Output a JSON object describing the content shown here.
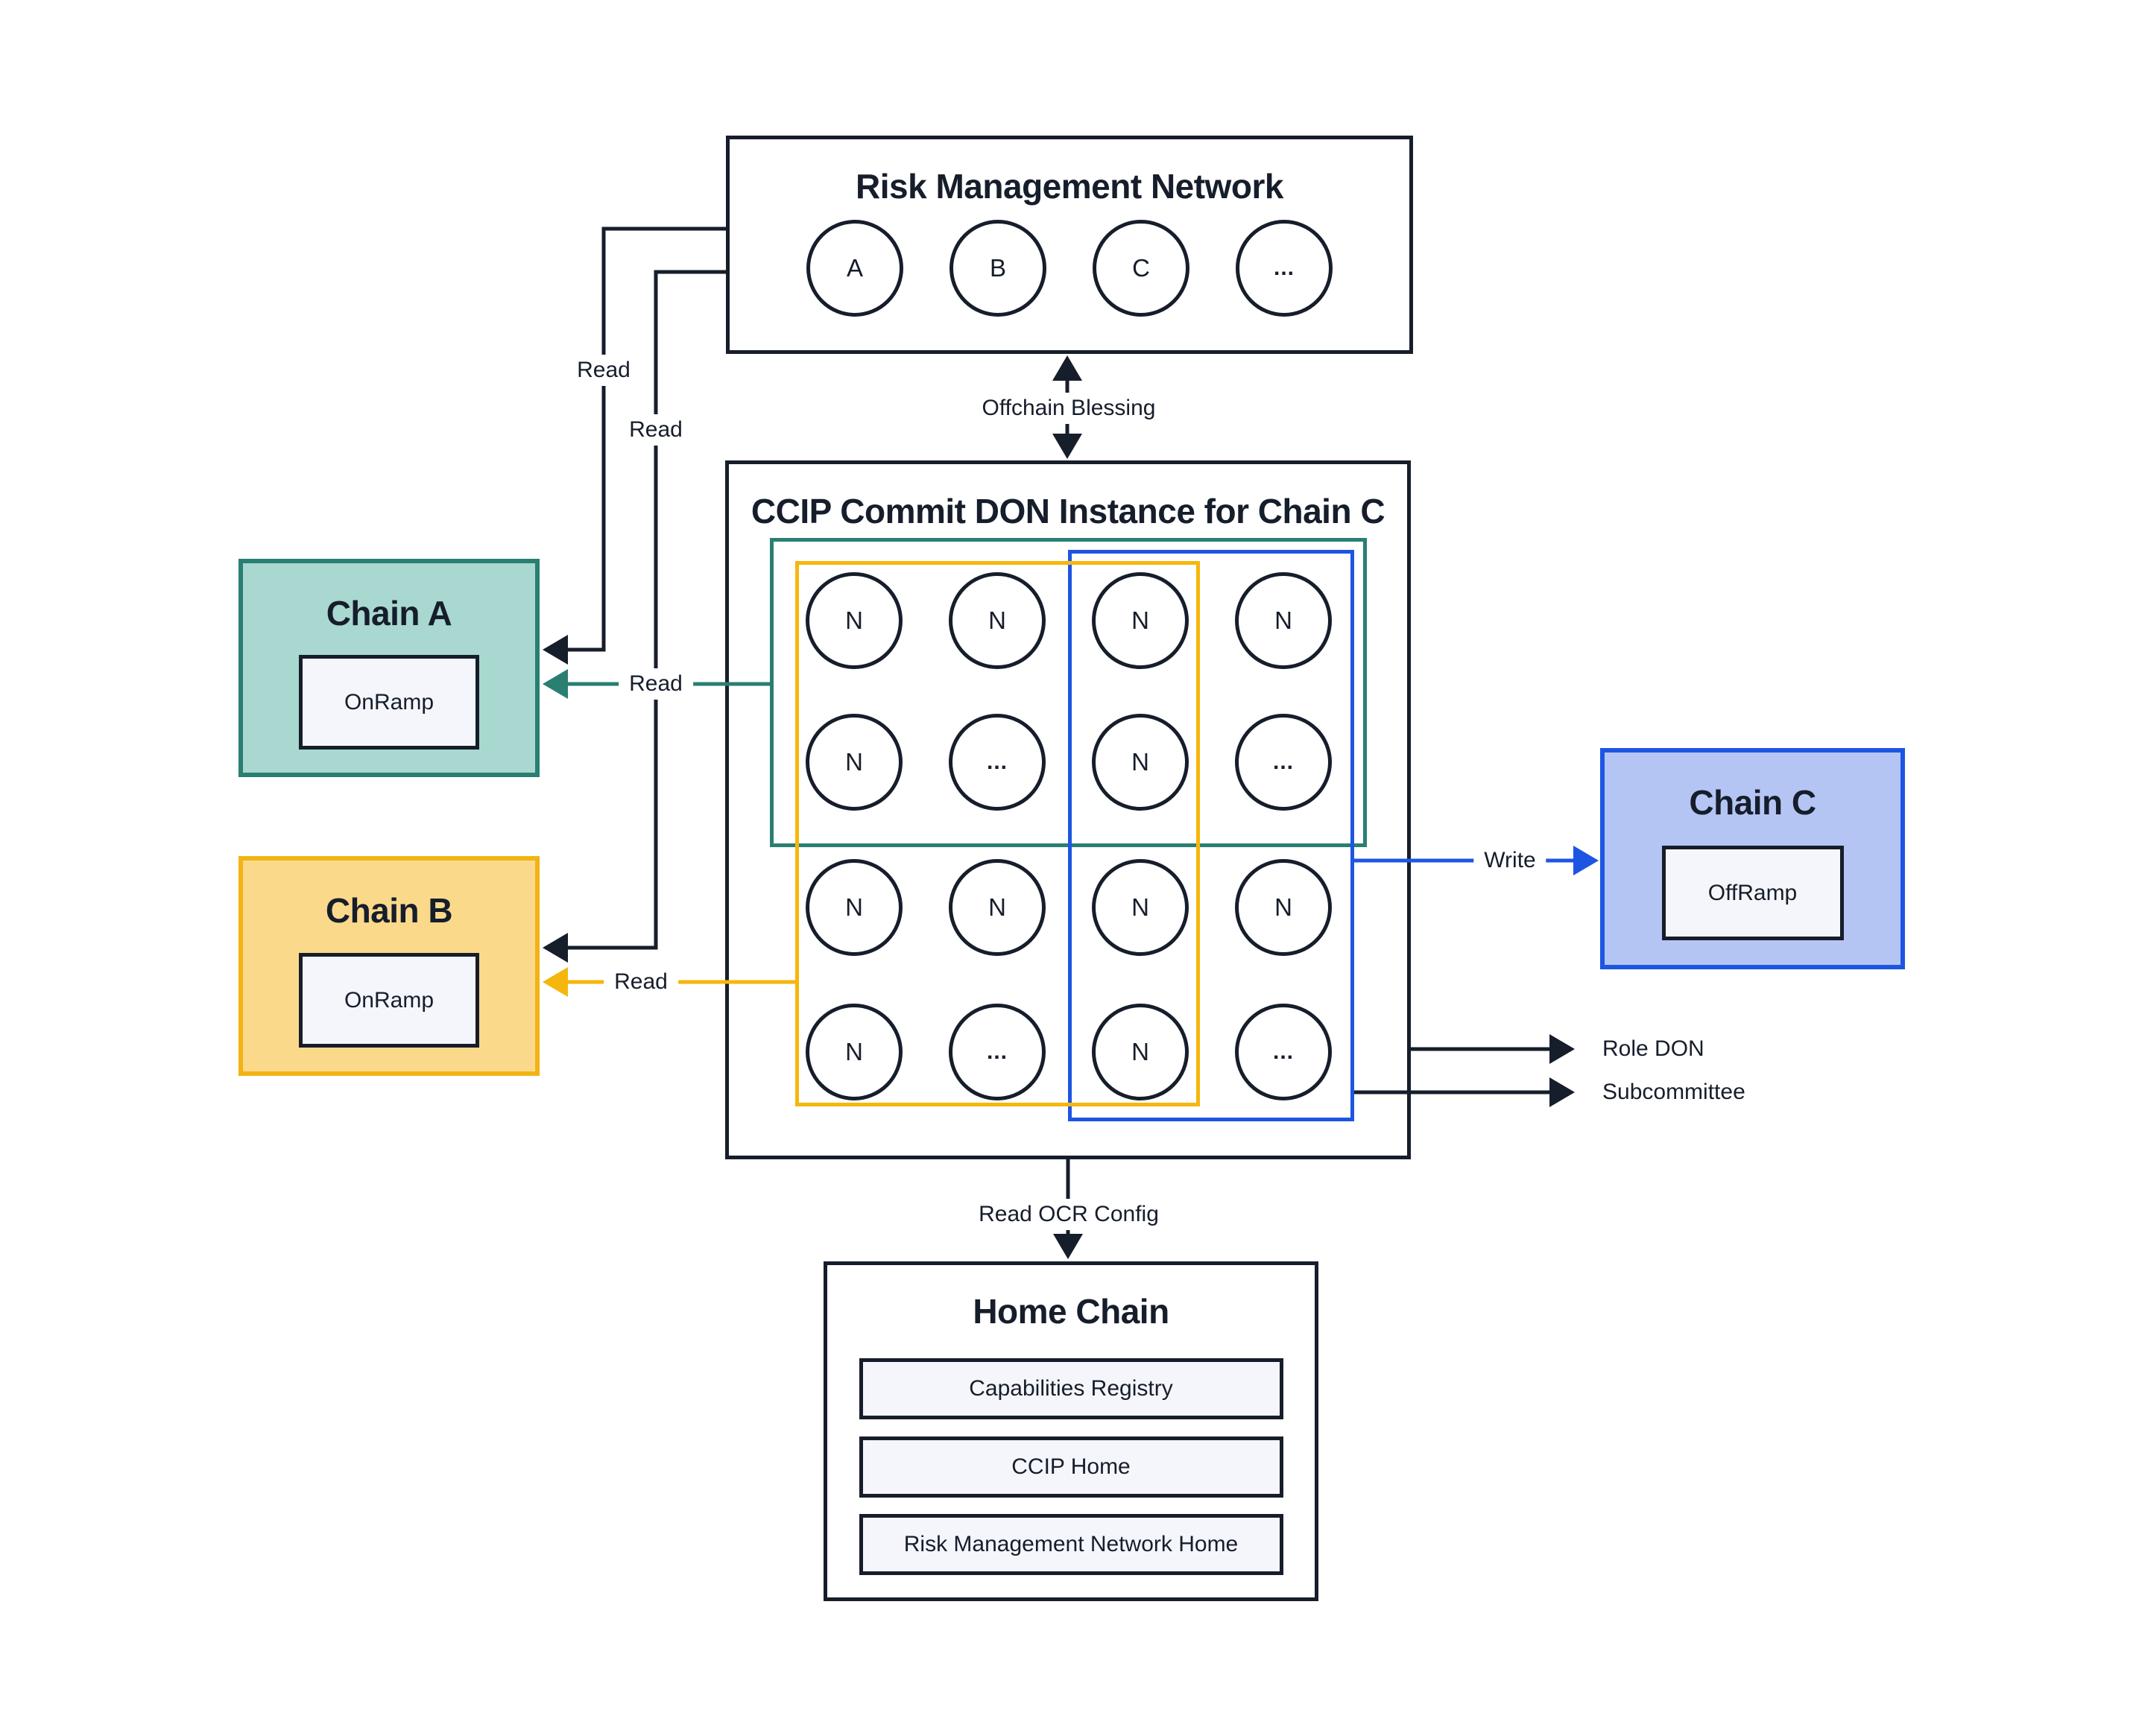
{
  "diagram": {
    "rmn": {
      "title": "Risk Management Network",
      "nodes": [
        "A",
        "B",
        "C",
        "..."
      ]
    },
    "don": {
      "title": "CCIP Commit DON Instance for Chain C",
      "nodes": [
        "N",
        "N",
        "N",
        "N",
        "N",
        "...",
        "N",
        "...",
        "N",
        "N",
        "N",
        "N",
        "N",
        "...",
        "N",
        "..."
      ]
    },
    "chain_a": {
      "title": "Chain A",
      "contract": "OnRamp"
    },
    "chain_b": {
      "title": "Chain B",
      "contract": "OnRamp"
    },
    "chain_c": {
      "title": "Chain C",
      "contract": "OffRamp"
    },
    "home_chain": {
      "title": "Home Chain",
      "contracts": [
        "Capabilities Registry",
        "CCIP Home",
        "Risk Management Network Home"
      ]
    },
    "labels": {
      "read_rmn_chain_a": "Read",
      "read_rmn_chain_b": "Read",
      "read_committee_chain_a": "Read",
      "read_committee_chain_b": "Read",
      "offchain_blessing": "Offchain Blessing",
      "write": "Write",
      "role_don": "Role DON",
      "subcommittee": "Subcommittee",
      "read_ocr_config": "Read OCR Config"
    },
    "colors": {
      "ink": "#161d2b",
      "teal_border": "#2a7e72",
      "teal_fill": "#a8d8cf",
      "yellow_border": "#f5b60d",
      "yellow_fill": "#fbd98b",
      "blue_border": "#1d55e3",
      "blue_fill": "#b5c5f3",
      "panel_fill": "#f5f6fb",
      "background": "#ffffff"
    }
  }
}
